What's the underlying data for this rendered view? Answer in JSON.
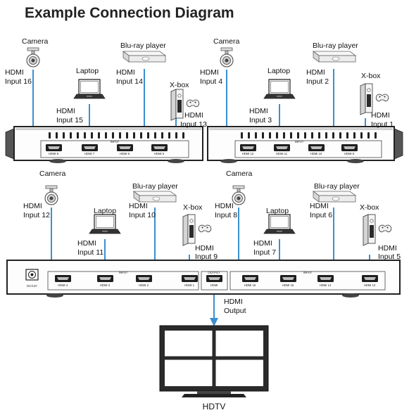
{
  "title": "Example Connection Diagram",
  "devices": {
    "camera": "Camera",
    "laptop": "Laptop",
    "bluray": "Blu-ray player",
    "xbox": "X-box",
    "hdtv": "HDTV"
  },
  "labels": {
    "hdmi": "HDMI",
    "input_16": "Input 16",
    "input_15": "Input 15",
    "input_14": "Input 14",
    "input_13": "Input 13",
    "input_4": "Input 4",
    "input_3": "Input 3",
    "input_2": "Input 2",
    "input_1": "Input 1",
    "input_12": "Input 12",
    "input_11": "Input 11",
    "input_10": "Input 10",
    "input_9": "Input 9",
    "input_8": "Input 8",
    "input_7": "Input 7",
    "input_6": "Input 6",
    "input_5": "Input 5",
    "output": "Output"
  },
  "panel_labels": {
    "input": "INPUT",
    "output": "OUTPUT",
    "dc": "DC/12V",
    "top_left_ports": [
      "HDMI 8",
      "HDMI 7",
      "HDMI 6",
      "HDMI 5"
    ],
    "top_right_ports": [
      "HDMI 12",
      "HDMI 11",
      "HDMI 10",
      "HDMI 9"
    ],
    "bottom_left_ports": [
      "HDMI 4",
      "HDMI 3",
      "HDMI 2",
      "HDMI 1"
    ],
    "bottom_out_port": "HDMI",
    "bottom_right_ports": [
      "HDMI 16",
      "HDMI 15",
      "HDMI 14",
      "HDMI 13"
    ]
  },
  "colors": {
    "cable": "#3b8fd1",
    "chassis": "#2a2a2a",
    "panel": "#ffffff"
  }
}
